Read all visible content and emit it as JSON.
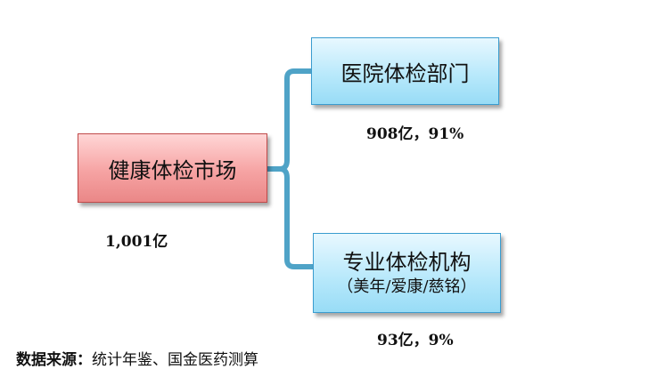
{
  "diagram": {
    "root": {
      "label": "健康体检市场",
      "value": "1,001亿"
    },
    "children": [
      {
        "label": "医院体检部门",
        "value": "908亿，91%"
      },
      {
        "label": "专业体检机构",
        "sublabel": "（美年/爱康/慈铭）",
        "value": "93亿，9%"
      }
    ],
    "colors": {
      "root_fill": "#f6a3a3",
      "child_fill": "#b9e9fb",
      "connector": "#4fa3c7"
    }
  },
  "source": {
    "label": "数据来源：",
    "text": "统计年鉴、国金医药测算"
  }
}
